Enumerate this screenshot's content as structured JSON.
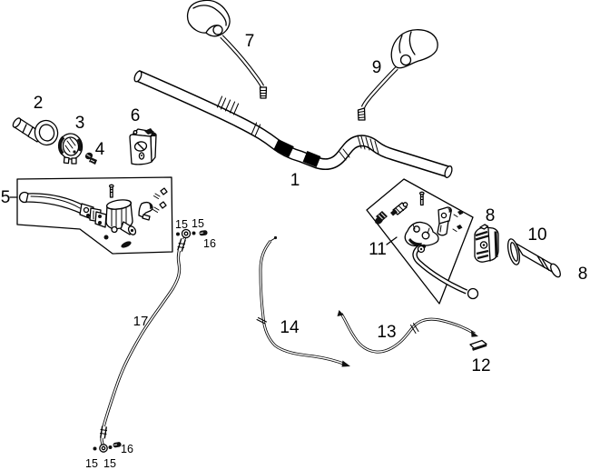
{
  "diagram": {
    "background": "#ffffff",
    "line_color": "#000000",
    "dark_fill": "#111111",
    "labels": [
      {
        "id": "callout-1",
        "text": "1"
      },
      {
        "id": "callout-2",
        "text": "2"
      },
      {
        "id": "callout-3",
        "text": "3"
      },
      {
        "id": "callout-4",
        "text": "4"
      },
      {
        "id": "callout-5",
        "text": "5"
      },
      {
        "id": "callout-6",
        "text": "6"
      },
      {
        "id": "callout-7",
        "text": "7"
      },
      {
        "id": "callout-8-switch",
        "text": "8"
      },
      {
        "id": "callout-8-right",
        "text": "8"
      },
      {
        "id": "callout-9",
        "text": "9"
      },
      {
        "id": "callout-10",
        "text": "10"
      },
      {
        "id": "callout-11",
        "text": "11"
      },
      {
        "id": "callout-12",
        "text": "12"
      },
      {
        "id": "callout-13",
        "text": "13"
      },
      {
        "id": "callout-14",
        "text": "14"
      },
      {
        "id": "callout-17",
        "text": "17"
      },
      {
        "id": "callout-15-top-left",
        "text": "15"
      },
      {
        "id": "callout-15-top-right",
        "text": "15"
      },
      {
        "id": "callout-16-top",
        "text": "16"
      },
      {
        "id": "callout-15-bottom-left",
        "text": "15"
      },
      {
        "id": "callout-15-bottom-right",
        "text": "15"
      },
      {
        "id": "callout-16-bottom",
        "text": "16"
      }
    ]
  }
}
